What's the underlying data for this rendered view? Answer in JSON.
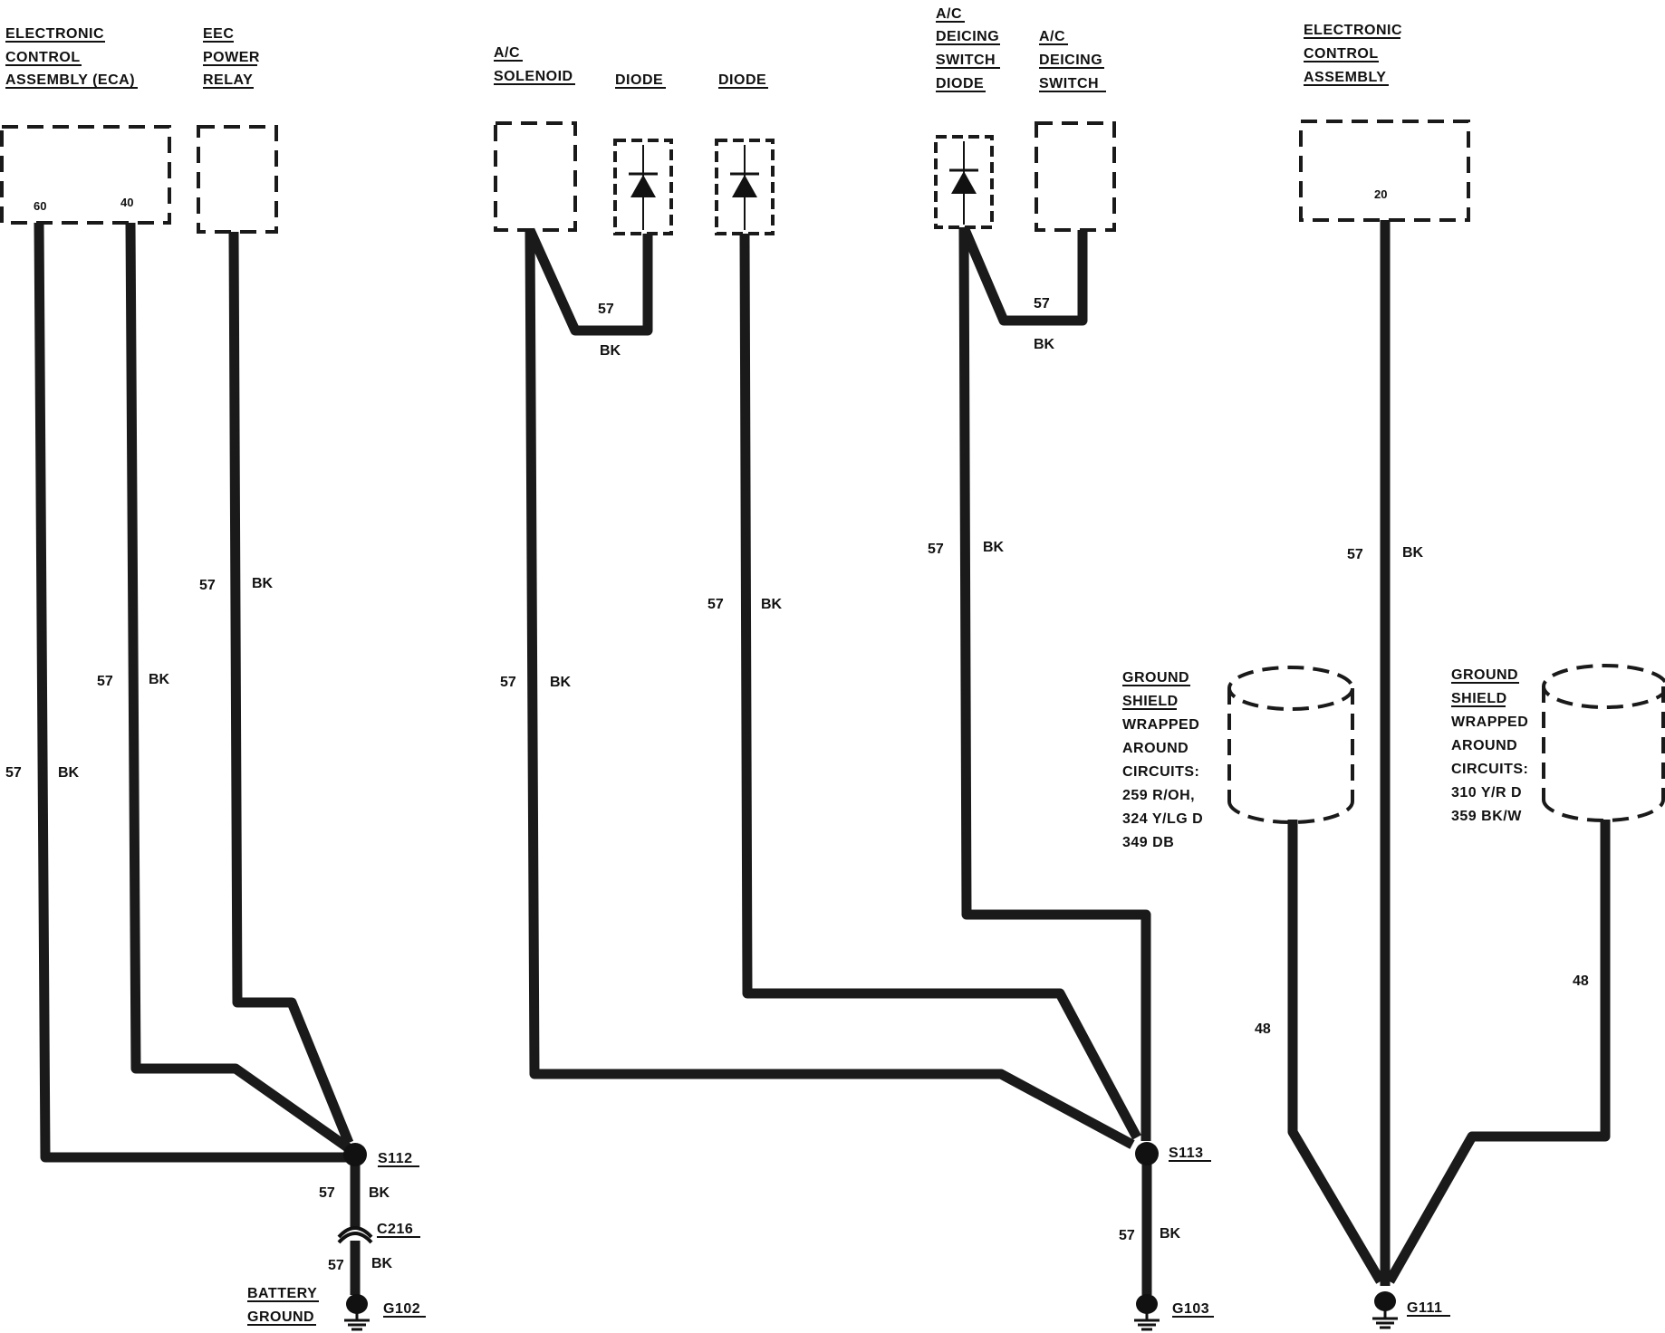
{
  "components": {
    "eca_left": [
      "ELECTRONIC",
      "CONTROL",
      "ASSEMBLY (ECA)"
    ],
    "eec_power_relay": [
      "EEC",
      "POWER",
      "RELAY"
    ],
    "ac_solenoid": [
      "A/C",
      "SOLENOID"
    ],
    "diode_1": [
      "DIODE"
    ],
    "diode_2": [
      "DIODE"
    ],
    "ac_deicing_switch_diode": [
      "A/C",
      "DEICING",
      "SWITCH",
      "DIODE"
    ],
    "ac_deicing_switch": [
      "A/C",
      "DEICING",
      "SWITCH"
    ],
    "eca_right": [
      "ELECTRONIC",
      "CONTROL",
      "ASSEMBLY"
    ]
  },
  "pins": {
    "eca_60": "60",
    "eca_40": "40",
    "eca_20": "20"
  },
  "wire": {
    "circuit": "57",
    "color": "BK",
    "shield_circuit": "48"
  },
  "shields": {
    "shield_1": [
      "GROUND",
      "SHIELD",
      "WRAPPED",
      "AROUND",
      "CIRCUITS:",
      "259 R/OH,",
      "324 Y/LG D",
      "349 DB"
    ],
    "shield_2": [
      "GROUND",
      "SHIELD",
      "WRAPPED",
      "AROUND",
      "CIRCUITS:",
      "310 Y/R D",
      "359 BK/W"
    ]
  },
  "splices": {
    "s112": "S112",
    "s113": "S113"
  },
  "connectors": {
    "c216": "C216"
  },
  "grounds": {
    "g102": "G102",
    "g103": "G103",
    "g111": "G111",
    "battery_ground": [
      "BATTERY",
      "GROUND"
    ]
  }
}
